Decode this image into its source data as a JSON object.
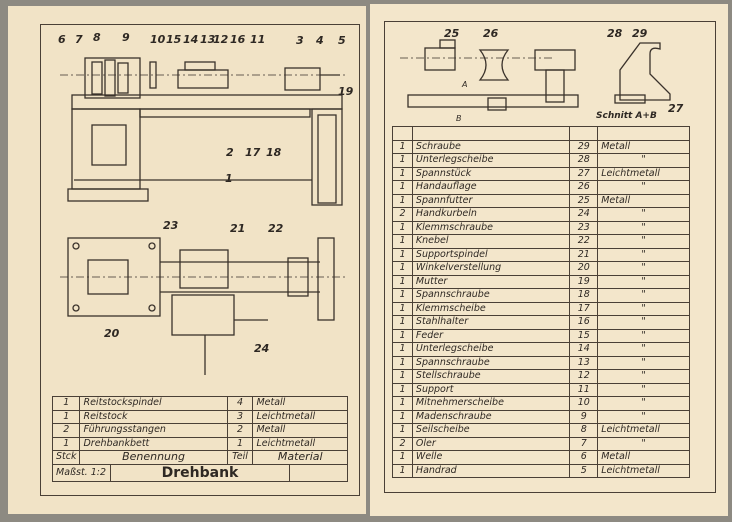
{
  "left_page": {
    "callouts": [
      "6",
      "7",
      "8",
      "9",
      "10",
      "15",
      "14",
      "13",
      "12",
      "16",
      "11",
      "3",
      "4",
      "5",
      "19",
      "2",
      "17",
      "18",
      "1",
      "23",
      "21",
      "22",
      "20",
      "24"
    ],
    "parts": [
      {
        "qty": "1",
        "name": "Reitstockspindel",
        "part": "4",
        "material": "Metall"
      },
      {
        "qty": "1",
        "name": "Reitstock",
        "part": "3",
        "material": "Leichtmetall"
      },
      {
        "qty": "2",
        "name": "Führungsstangen",
        "part": "2",
        "material": "Metall"
      },
      {
        "qty": "1",
        "name": "Drehbankbett",
        "part": "1",
        "material": "Leichtmetall"
      }
    ],
    "header": {
      "qty": "Stck",
      "name": "Benennung",
      "part": "Teil",
      "material": "Material"
    },
    "scale": "Maßst. 1:2",
    "title": "Drehbank"
  },
  "right_page": {
    "callouts": [
      "25",
      "26",
      "28",
      "29",
      "27"
    ],
    "section_label": "Schnitt A+B",
    "section_marks": [
      "A",
      "B"
    ],
    "parts": [
      {
        "qty": "1",
        "name": "Schraube",
        "part": "29",
        "material": "Metall"
      },
      {
        "qty": "1",
        "name": "Unterlegscheibe",
        "part": "28",
        "material": "\""
      },
      {
        "qty": "1",
        "name": "Spannstück",
        "part": "27",
        "material": "Leichtmetall"
      },
      {
        "qty": "1",
        "name": "Handauflage",
        "part": "26",
        "material": "\""
      },
      {
        "qty": "1",
        "name": "Spannfutter",
        "part": "25",
        "material": "Metall"
      },
      {
        "qty": "2",
        "name": "Handkurbeln",
        "part": "24",
        "material": "\""
      },
      {
        "qty": "1",
        "name": "Klemmschraube",
        "part": "23",
        "material": "\""
      },
      {
        "qty": "1",
        "name": "Knebel",
        "part": "22",
        "material": "\""
      },
      {
        "qty": "1",
        "name": "Supportspindel",
        "part": "21",
        "material": "\""
      },
      {
        "qty": "1",
        "name": "Winkelverstellung",
        "part": "20",
        "material": "\""
      },
      {
        "qty": "1",
        "name": "Mutter",
        "part": "19",
        "material": "\""
      },
      {
        "qty": "1",
        "name": "Spannschraube",
        "part": "18",
        "material": "\""
      },
      {
        "qty": "1",
        "name": "Klemmscheibe",
        "part": "17",
        "material": "\""
      },
      {
        "qty": "1",
        "name": "Stahlhalter",
        "part": "16",
        "material": "\""
      },
      {
        "qty": "1",
        "name": "Feder",
        "part": "15",
        "material": "\""
      },
      {
        "qty": "1",
        "name": "Unterlegscheibe",
        "part": "14",
        "material": "\""
      },
      {
        "qty": "1",
        "name": "Spannschraube",
        "part": "13",
        "material": "\""
      },
      {
        "qty": "1",
        "name": "Stellschraube",
        "part": "12",
        "material": "\""
      },
      {
        "qty": "1",
        "name": "Support",
        "part": "11",
        "material": "\""
      },
      {
        "qty": "1",
        "name": "Mitnehmerscheibe",
        "part": "10",
        "material": "\""
      },
      {
        "qty": "1",
        "name": "Madenschraube",
        "part": "9",
        "material": "\""
      },
      {
        "qty": "1",
        "name": "Seilscheibe",
        "part": "8",
        "material": "Leichtmetall"
      },
      {
        "qty": "2",
        "name": "Öler",
        "part": "7",
        "material": "\""
      },
      {
        "qty": "1",
        "name": "Welle",
        "part": "6",
        "material": "Metall"
      },
      {
        "qty": "1",
        "name": "Handrad",
        "part": "5",
        "material": "Leichtmetall"
      }
    ]
  }
}
